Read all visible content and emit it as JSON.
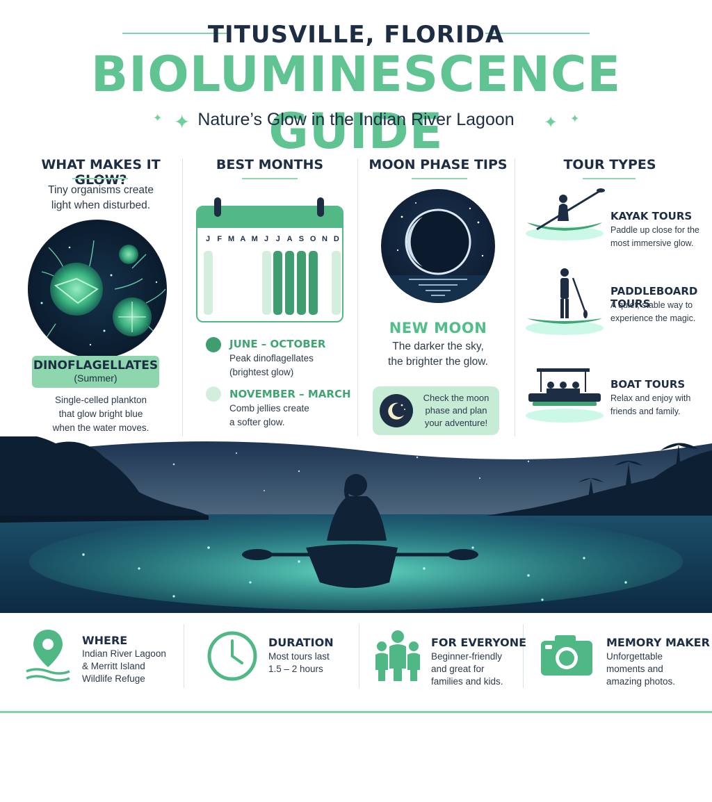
{
  "header": {
    "city": "TITUSVILLE, FLORIDA",
    "title": "BIOLUMINESCENCE GUIDE",
    "subtitle": "Nature’s Glow in the Indian River Lagoon"
  },
  "glow": {
    "heading": "WHAT MAKES IT GLOW?",
    "intro_line1": "Tiny organisms create",
    "intro_line2": "light when disturbed.",
    "badge_title": "DINOFLAGELLATES",
    "badge_sub": "(Summer)",
    "desc_line1": "Single-celled plankton",
    "desc_line2": "that glow bright blue",
    "desc_line3": "when the water moves."
  },
  "months": {
    "heading": "BEST MONTHS",
    "letters": [
      "J",
      "F",
      "M",
      "A",
      "M",
      "J",
      "J",
      "A",
      "S",
      "O",
      "N",
      "D"
    ],
    "levels": [
      "low",
      "none",
      "none",
      "none",
      "none",
      "low",
      "high",
      "high",
      "high",
      "high",
      "none",
      "low"
    ],
    "peak_label": "JUNE – OCTOBER",
    "peak_line1": "Peak dinoflagellates",
    "peak_line2": "(brightest glow)",
    "soft_label": "NOVEMBER – MARCH",
    "soft_line1": "Comb jellies create",
    "soft_line2": "a softer glow."
  },
  "moon": {
    "heading": "MOON PHASE TIPS",
    "phase_label": "NEW MOON",
    "line1": "The darker the sky,",
    "line2": "the brighter the glow.",
    "tip_line1": "Check the moon",
    "tip_line2": "phase and plan",
    "tip_line3": "your adventure!"
  },
  "tours": {
    "heading": "TOUR TYPES",
    "items": [
      {
        "title": "KAYAK TOURS",
        "line1": "Paddle up close for the",
        "line2": "most immersive glow."
      },
      {
        "title": "PADDLEBOARD TOURS",
        "line1": "A quiet, stable way to",
        "line2": "experience the magic."
      },
      {
        "title": "BOAT TOURS",
        "line1": "Relax and enjoy with",
        "line2": "friends and family."
      }
    ]
  },
  "bottom": {
    "where": {
      "title": "WHERE",
      "line1": "Indian River Lagoon",
      "line2": "& Merritt Island",
      "line3": "Wildlife Refuge"
    },
    "duration": {
      "title": "DURATION",
      "line1": "Most tours last",
      "line2": "1.5 – 2 hours"
    },
    "everyone": {
      "title": "FOR EVERYONE",
      "line1": "Beginner-friendly",
      "line2": "and great for",
      "line3": "families and kids."
    },
    "memory": {
      "title": "MEMORY MAKER",
      "line1": "Unforgettable",
      "line2": "moments and",
      "line3": "amazing photos."
    }
  },
  "colors": {
    "accent": "#5fc491",
    "dark": "#1d2e44",
    "calendar_high": "#3f9e6f",
    "calendar_low": "#d3eedd"
  },
  "icons": [
    "sparkle-icon",
    "map-pin-icon",
    "clock-icon",
    "family-icon",
    "camera-icon",
    "crescent-moon-icon",
    "kayak-icon",
    "paddleboard-icon",
    "boat-icon"
  ]
}
